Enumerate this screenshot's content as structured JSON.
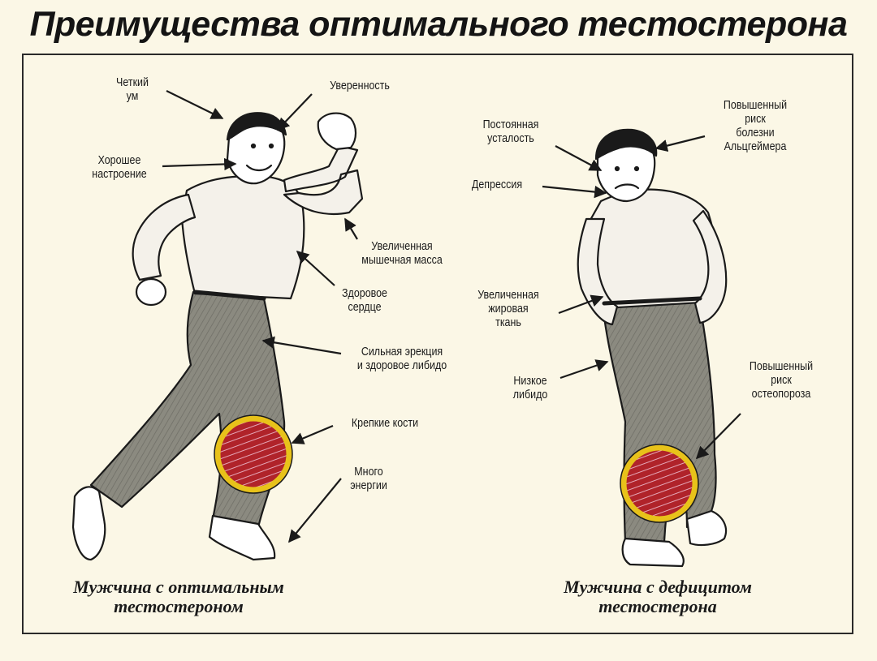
{
  "title": "Преимущества оптимального тестостерона",
  "left": {
    "caption": "Мужчина с оптимальным\nтестостероном",
    "labels": {
      "clear_mind": "Четкий\nум",
      "confidence": "Уверенность",
      "good_mood": "Хорошее\nнастроение",
      "muscle_mass": "Увеличенная\nмышечная масса",
      "healthy_heart": "Здоровое\nсердце",
      "erection_libido": "Сильная эрекция\nи здоровое либидо",
      "strong_bones": "Крепкие кости",
      "energy": "Много\nэнергии"
    }
  },
  "right": {
    "caption": "Мужчина с дефицитом\nтестостерона",
    "labels": {
      "fatigue": "Постоянная\nусталость",
      "alzheimer": "Повышенный\nриск\nболезни\nАльцгеймера",
      "depression": "Депрессия",
      "fat_tissue": "Увеличенная\nжировая\nткань",
      "low_libido": "Низкое\nлибидо",
      "osteoporosis": "Повышенный\nриск\nостеопороза"
    }
  },
  "colors": {
    "background": "#fbf7e6",
    "shirt": "#f4f1ea",
    "trousers": "#8b8a80",
    "bone_ring": "#e8c21a",
    "bone_fill": "#b0232a"
  }
}
